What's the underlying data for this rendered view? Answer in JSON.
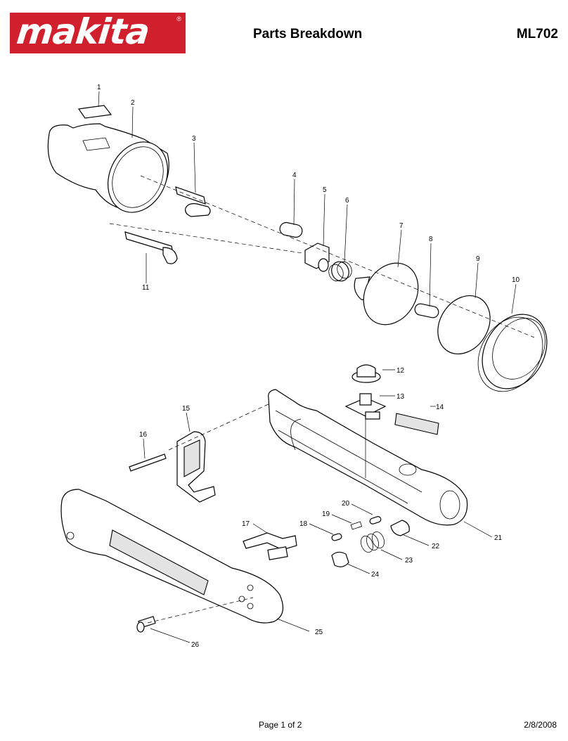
{
  "header": {
    "brand": "makita",
    "title": "Parts Breakdown",
    "model": "ML702"
  },
  "footer": {
    "page": "Page 1 of 2",
    "date": "2/8/2008"
  },
  "callouts": [
    "1",
    "2",
    "3",
    "4",
    "5",
    "6",
    "7",
    "8",
    "9",
    "10",
    "11",
    "12",
    "13",
    "14",
    "15",
    "16",
    "17",
    "18",
    "19",
    "20",
    "21",
    "22",
    "23",
    "24",
    "25",
    "26"
  ],
  "colors": {
    "brand_red": "#d0202e"
  }
}
